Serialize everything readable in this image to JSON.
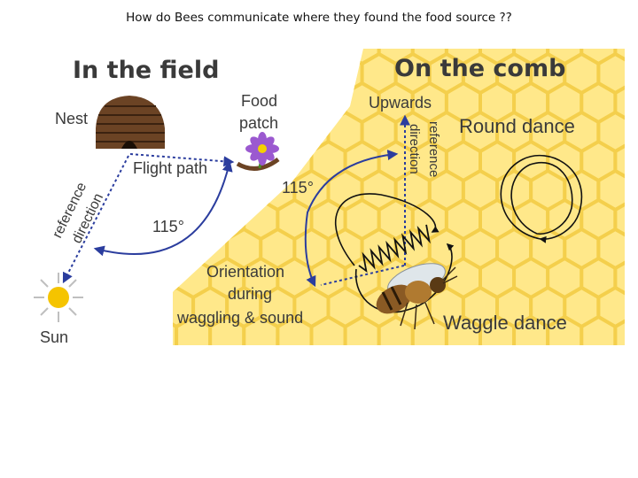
{
  "slide": {
    "title": "How do Bees communicate where they found the food source ??"
  },
  "field": {
    "heading": "In the field",
    "nest": "Nest",
    "food_patch_line1": "Food",
    "food_patch_line2": "patch",
    "flight_path": "Flight path",
    "ref_line1": "reference",
    "ref_line2": "direction",
    "angle": "115°",
    "sun": "Sun"
  },
  "comb": {
    "heading": "On the comb",
    "upwards": "Upwards",
    "ref_line1": "reference",
    "ref_line2": "direction",
    "round_dance": "Round dance",
    "angle": "115°",
    "orientation_line1": "Orientation",
    "orientation_line2": "during",
    "orientation_line3": "waggling & sound",
    "waggle_dance": "Waggle dance"
  },
  "colors": {
    "honeycomb_fill": "#ffe88a",
    "honeycomb_stroke": "#f4cf4c",
    "hive": "#6b4324",
    "arrow_blue": "#2b3d9e",
    "text_gray": "#3a3a3a",
    "sun": "#f5c400",
    "flower": "#9b59d0"
  },
  "icons": [
    "hive-icon",
    "flower-icon",
    "sun-icon",
    "bee-icon"
  ]
}
